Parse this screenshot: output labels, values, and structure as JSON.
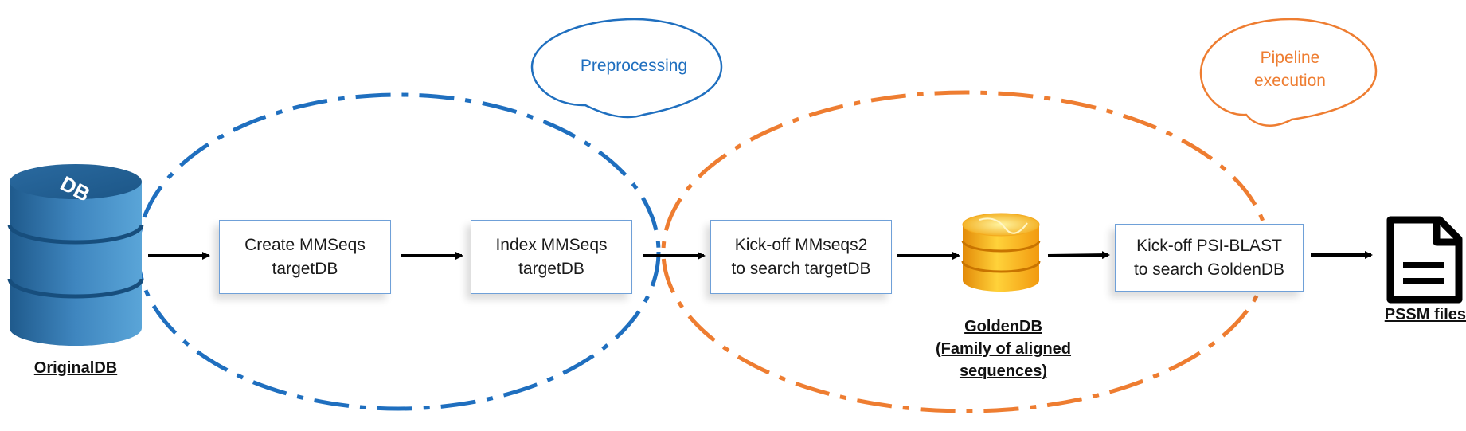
{
  "colors": {
    "preprocessing": "#1f6fbf",
    "pipeline": "#ee7d31",
    "box_border": "#6fa0d8",
    "arrow": "#000000",
    "db_blue": "#2c6da3",
    "golden": "#f3a91d"
  },
  "databases": {
    "original": {
      "icon_text": "DB",
      "label": "OriginalDB"
    },
    "golden": {
      "label": "GoldenDB\n(Family of aligned\nsequences)"
    }
  },
  "callouts": {
    "preprocessing": "Preprocessing",
    "pipeline": "Pipeline\nexecution"
  },
  "steps": [
    {
      "label": "Create MMSeqs\ntargetDB"
    },
    {
      "label": "Index MMSeqs\ntargetDB"
    },
    {
      "label": "Kick-off MMseqs2\nto search targetDB"
    },
    {
      "label": "Kick-off PSI-BLAST\nto search GoldenDB"
    }
  ],
  "output": {
    "icon": "document-icon",
    "label": "PSSM files"
  }
}
